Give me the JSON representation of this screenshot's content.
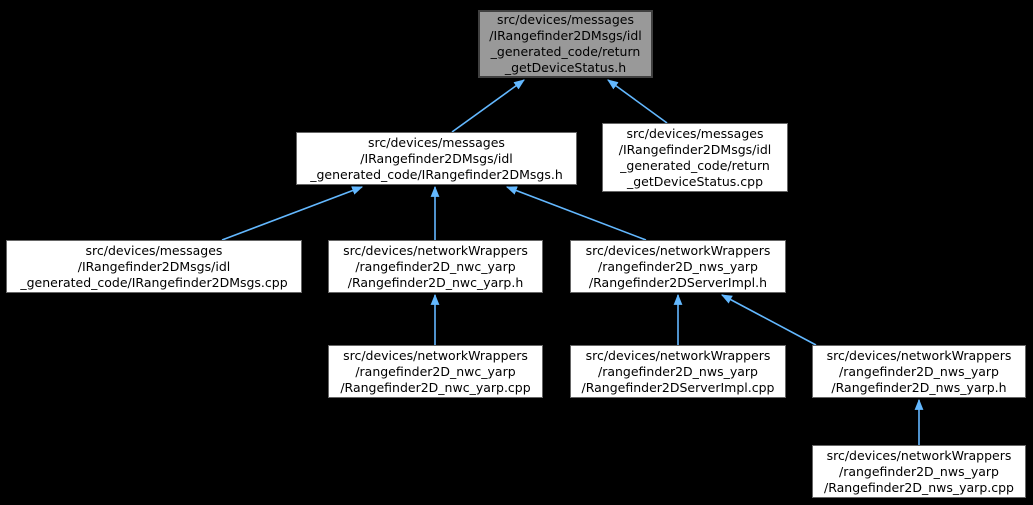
{
  "diagram": {
    "type": "include-dependency-graph",
    "colors": {
      "background": "#000000",
      "edge": "#63b8ff",
      "node_fill": "#ffffff",
      "node_border": "#666666",
      "highlight_fill": "#999999",
      "highlight_border": "#404040",
      "text": "#000000"
    },
    "nodes": [
      {
        "id": "return_getDeviceStatus_h",
        "label": "src/devices/messages\n/IRangefinder2DMsgs/idl\n_generated_code/return\n_getDeviceStatus.h",
        "highlighted": true
      },
      {
        "id": "IRangefinder2DMsgs_h",
        "label": "src/devices/messages\n/IRangefinder2DMsgs/idl\n_generated_code/IRangefinder2DMsgs.h",
        "highlighted": false
      },
      {
        "id": "return_getDeviceStatus_cpp",
        "label": "src/devices/messages\n/IRangefinder2DMsgs/idl\n_generated_code/return\n_getDeviceStatus.cpp",
        "highlighted": false
      },
      {
        "id": "IRangefinder2DMsgs_cpp",
        "label": "src/devices/messages\n/IRangefinder2DMsgs/idl\n_generated_code/IRangefinder2DMsgs.cpp",
        "highlighted": false
      },
      {
        "id": "Rangefinder2D_nwc_yarp_h",
        "label": "src/devices/networkWrappers\n/rangefinder2D_nwc_yarp\n/Rangefinder2D_nwc_yarp.h",
        "highlighted": false
      },
      {
        "id": "Rangefinder2DServerImpl_h",
        "label": "src/devices/networkWrappers\n/rangefinder2D_nws_yarp\n/Rangefinder2DServerImpl.h",
        "highlighted": false
      },
      {
        "id": "Rangefinder2D_nwc_yarp_cpp",
        "label": "src/devices/networkWrappers\n/rangefinder2D_nwc_yarp\n/Rangefinder2D_nwc_yarp.cpp",
        "highlighted": false
      },
      {
        "id": "Rangefinder2DServerImpl_cpp",
        "label": "src/devices/networkWrappers\n/rangefinder2D_nws_yarp\n/Rangefinder2DServerImpl.cpp",
        "highlighted": false
      },
      {
        "id": "Rangefinder2D_nws_yarp_h",
        "label": "src/devices/networkWrappers\n/rangefinder2D_nws_yarp\n/Rangefinder2D_nws_yarp.h",
        "highlighted": false
      },
      {
        "id": "Rangefinder2D_nws_yarp_cpp",
        "label": "src/devices/networkWrappers\n/rangefinder2D_nws_yarp\n/Rangefinder2D_nws_yarp.cpp",
        "highlighted": false
      }
    ],
    "edges": [
      {
        "from": "IRangefinder2DMsgs_h",
        "to": "return_getDeviceStatus_h"
      },
      {
        "from": "return_getDeviceStatus_cpp",
        "to": "return_getDeviceStatus_h"
      },
      {
        "from": "IRangefinder2DMsgs_cpp",
        "to": "IRangefinder2DMsgs_h"
      },
      {
        "from": "Rangefinder2D_nwc_yarp_h",
        "to": "IRangefinder2DMsgs_h"
      },
      {
        "from": "Rangefinder2DServerImpl_h",
        "to": "IRangefinder2DMsgs_h"
      },
      {
        "from": "Rangefinder2D_nwc_yarp_cpp",
        "to": "Rangefinder2D_nwc_yarp_h"
      },
      {
        "from": "Rangefinder2DServerImpl_cpp",
        "to": "Rangefinder2DServerImpl_h"
      },
      {
        "from": "Rangefinder2D_nws_yarp_h",
        "to": "Rangefinder2DServerImpl_h"
      },
      {
        "from": "Rangefinder2D_nws_yarp_cpp",
        "to": "Rangefinder2D_nws_yarp_h"
      }
    ]
  }
}
